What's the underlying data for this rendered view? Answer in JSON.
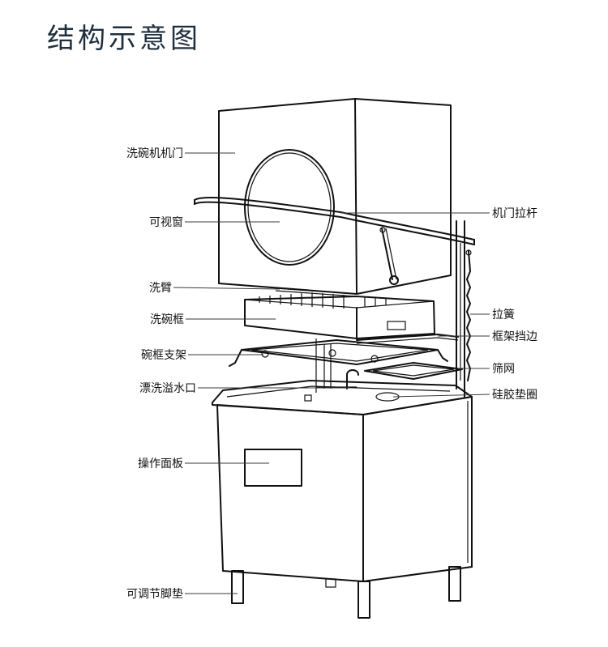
{
  "title": "结构示意图",
  "labels_left": {
    "door": "洗碗机机门",
    "window": "可视窗",
    "wash_arm": "洗臂",
    "basket": "洗碗框",
    "basket_support": "碗框支架",
    "overflow": "漂洗溢水口",
    "control_panel": "操作面板",
    "foot": "可调节脚垫"
  },
  "labels_right": {
    "lever": "机门拉杆",
    "spring": "拉簧",
    "frame_edge": "框架挡边",
    "filter": "筛网",
    "gasket": "硅胶垫圈"
  }
}
